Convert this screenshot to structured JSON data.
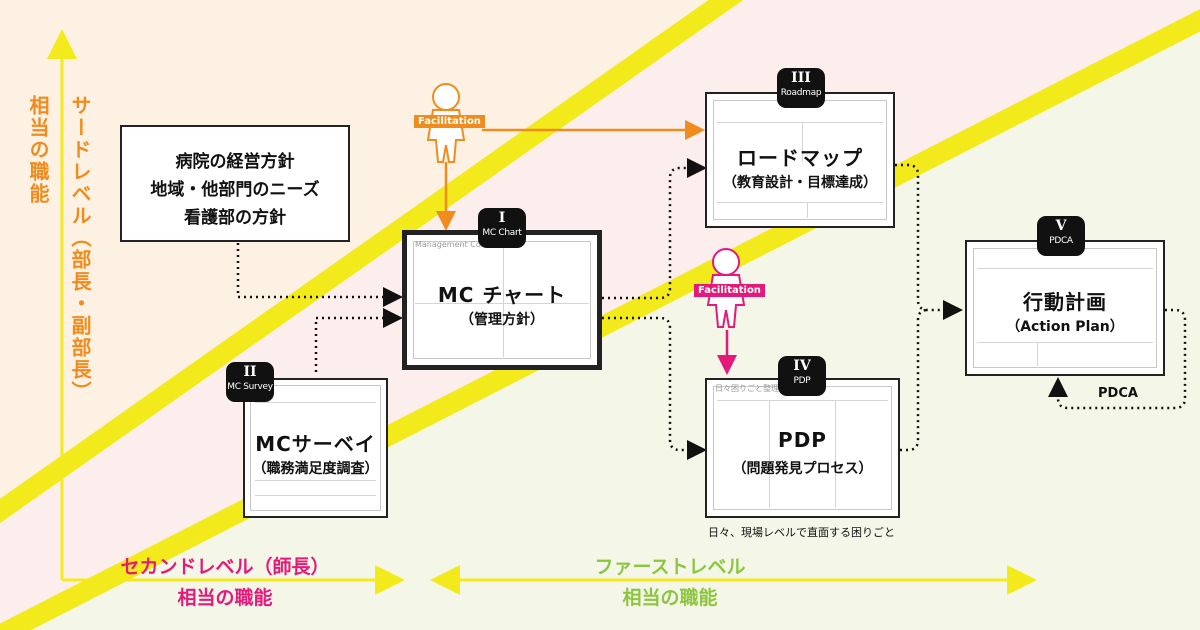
{
  "colors": {
    "orange": "#f08c1e",
    "magenta": "#e4197a",
    "green": "#8cc63f",
    "yellow": "#f3ea1c",
    "dark": "#111111"
  },
  "levels": {
    "third": {
      "line1": "サードレベル（部長・副部長）",
      "line2": "相当の職能"
    },
    "second": {
      "line1": "セカンドレベル（師長）",
      "line2": "相当の職能"
    },
    "first": {
      "line1": "ファーストレベル",
      "line2": "相当の職能"
    }
  },
  "policy_box": {
    "lines": [
      "病院の経営方針",
      "地域・他部門のニーズ",
      "看護部の方針"
    ]
  },
  "facilitation": {
    "top": {
      "label": "Facilitation",
      "color": "orange"
    },
    "middle": {
      "label": "Facilitation",
      "color": "magenta"
    }
  },
  "steps": [
    {
      "id": "mc_chart",
      "numeral": "I",
      "badge": "MC Chart",
      "title": "MC チャート",
      "subtitle": "（管理方針）",
      "sheet_heading": "Management Consu..."
    },
    {
      "id": "mc_survey",
      "numeral": "II",
      "badge": "MC Survey",
      "title": "MCサーベイ",
      "subtitle": "（職務満足度調査）"
    },
    {
      "id": "roadmap",
      "numeral": "III",
      "badge": "Roadmap",
      "title": "ロードマップ",
      "subtitle": "（教育設計・目標達成）"
    },
    {
      "id": "pdp",
      "numeral": "IV",
      "badge": "PDP",
      "title": "PDP",
      "subtitle": "（問題発見プロセス）",
      "sheet_heading": "日々困りごと整理シート"
    },
    {
      "id": "pdca",
      "numeral": "V",
      "badge": "PDCA",
      "title": "行動計画",
      "subtitle": "（Action Plan）"
    }
  ],
  "pdp_caption": "日々、現場レベルで直面する困りごと",
  "pdca_loop_label": "PDCA"
}
